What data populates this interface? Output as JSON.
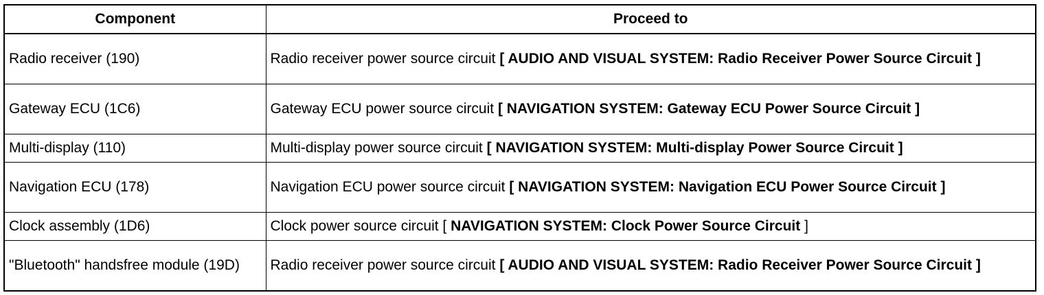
{
  "table": {
    "headers": {
      "component": "Component",
      "proceed_to": "Proceed to"
    },
    "rows": [
      {
        "component": "Radio receiver (190)",
        "circuit": "Radio receiver power source circuit",
        "reference": "[ AUDIO AND VISUAL SYSTEM: Radio Receiver Power Source Circuit ]",
        "reference_bold": true
      },
      {
        "component": "Gateway ECU (1C6)",
        "circuit": "Gateway ECU power source circuit",
        "reference": "[ NAVIGATION SYSTEM: Gateway ECU Power Source Circuit ]",
        "reference_bold": true
      },
      {
        "component": "Multi-display (110)",
        "circuit": "Multi-display power source circuit",
        "reference": "[ NAVIGATION SYSTEM: Multi-display Power Source Circuit ]",
        "reference_bold": true
      },
      {
        "component": "Navigation ECU (178)",
        "circuit": "Navigation ECU power source circuit",
        "reference": "[ NAVIGATION SYSTEM: Navigation ECU Power Source Circuit ]",
        "reference_bold": true
      },
      {
        "component": "Clock assembly (1D6)",
        "circuit": "Clock power source circuit [",
        "reference": "NAVIGATION SYSTEM: Clock Power Source Circuit",
        "reference_suffix": "]",
        "reference_bold": true
      },
      {
        "component": "\"Bluetooth\" handsfree module (19D)",
        "circuit": "Radio receiver power source circuit",
        "reference": "[ AUDIO AND VISUAL SYSTEM: Radio Receiver Power Source Circuit ]",
        "reference_bold": true
      }
    ]
  }
}
